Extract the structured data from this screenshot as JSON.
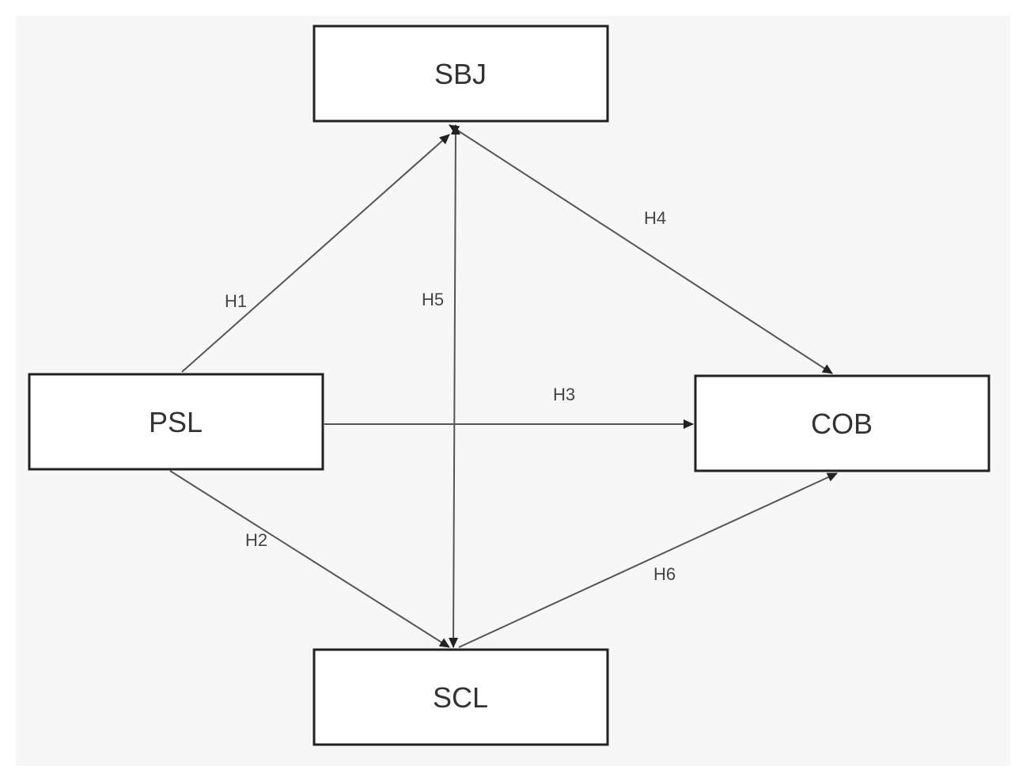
{
  "colors": {
    "canvas": "#f7f7f7",
    "box_stroke": "#222222",
    "arrow": "#555555",
    "text": "#333333"
  },
  "nodes": {
    "sbj": {
      "label": "SBJ"
    },
    "psl": {
      "label": "PSL"
    },
    "cob": {
      "label": "COB"
    },
    "scl": {
      "label": "SCL"
    }
  },
  "edges": [
    {
      "id": "h1",
      "label": "H1",
      "from": "PSL",
      "to": "SBJ"
    },
    {
      "id": "h2",
      "label": "H2",
      "from": "PSL",
      "to": "SCL"
    },
    {
      "id": "h3",
      "label": "H3",
      "from": "PSL",
      "to": "COB"
    },
    {
      "id": "h4",
      "label": "H4",
      "from": "SBJ",
      "to": "COB",
      "bidirectional": true
    },
    {
      "id": "h5",
      "label": "H5",
      "from": "SCL",
      "to": "SBJ",
      "bidirectional": true
    },
    {
      "id": "h6",
      "label": "H6",
      "from": "SCL",
      "to": "COB"
    }
  ]
}
